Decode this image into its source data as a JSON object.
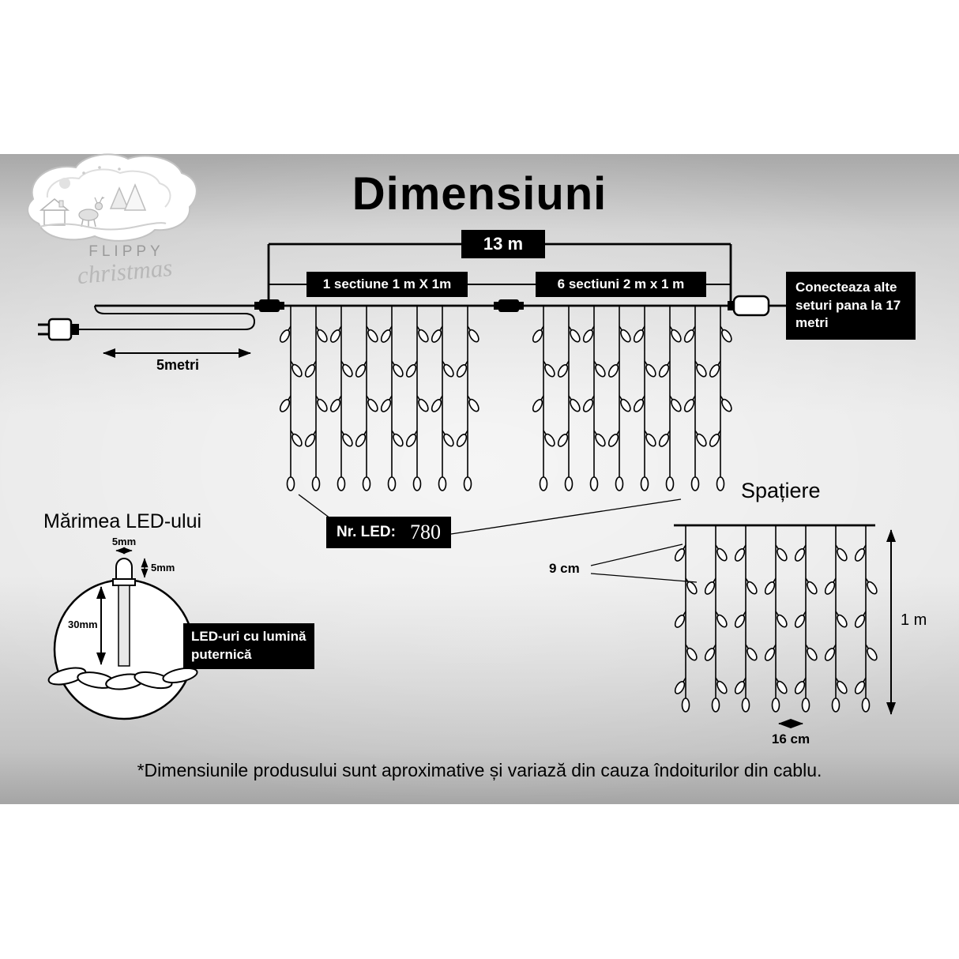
{
  "page": {
    "title": "Dimensiuni",
    "footnote": "*Dimensiunile produsului sunt aproximative și variază din cauza îndoiturilor din cablu."
  },
  "logo": {
    "brand_top": "FLIPPY",
    "brand_bottom": "christmas"
  },
  "diagram": {
    "total_length_label": "13 m",
    "section1_label": "1 sectiune 1 m X 1m",
    "section2_label": "6 sectiuni 2 m x 1 m",
    "lead_length_label": "5metri",
    "connect_note": "Conecteaza alte seturi pana la 17 metri",
    "led_count_label": "Nr. LED:",
    "led_count_value": "780"
  },
  "spacing": {
    "heading": "Spațiere",
    "vertical_gap_label": "9 cm",
    "height_label": "1 m",
    "horizontal_gap_label": "16 cm"
  },
  "led_size": {
    "heading": "Mărimea LED-ului",
    "width_label": "5mm",
    "cap_height_label": "5mm",
    "body_height_label": "30mm",
    "note": "LED-uri cu lumină puternică"
  },
  "curtains": {
    "left_strands": 8,
    "right_strands": 8,
    "spacing_strands": 7
  },
  "colors": {
    "ink": "#000000",
    "box_bg": "#000000",
    "box_text": "#ffffff",
    "band_gray": "#d9d9d9"
  }
}
